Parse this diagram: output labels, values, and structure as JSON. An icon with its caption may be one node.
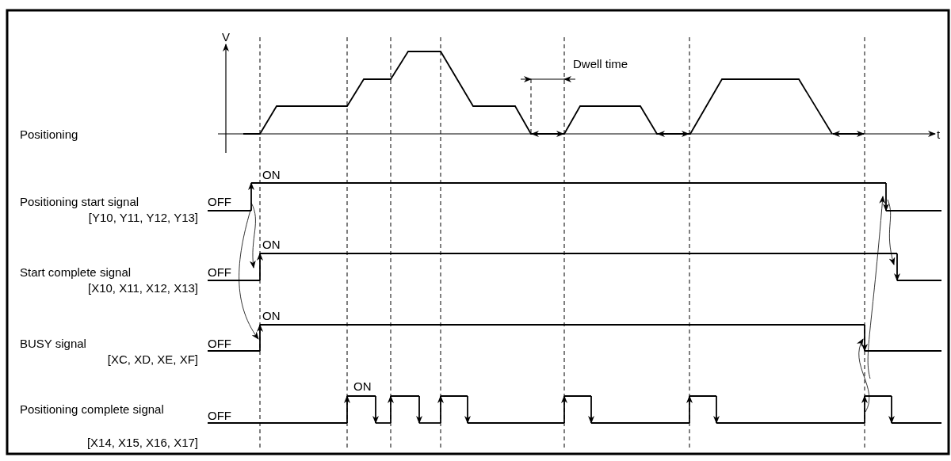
{
  "diagram": {
    "labels": [
      "V",
      "Dwell time",
      "Positioning",
      "t",
      "ON",
      "Positioning start signal",
      "[Y10, Y11, Y12, Y13]",
      "OFF",
      "ON",
      "Start complete signal",
      "[X10, X11, X12, X13]",
      "OFF",
      "ON",
      "BUSY signal",
      "[XC, XD, XE, XF]",
      "OFF",
      "ON",
      "Positioning complete signal",
      "[X14, X15, X16, X17]",
      "OFF"
    ]
  }
}
